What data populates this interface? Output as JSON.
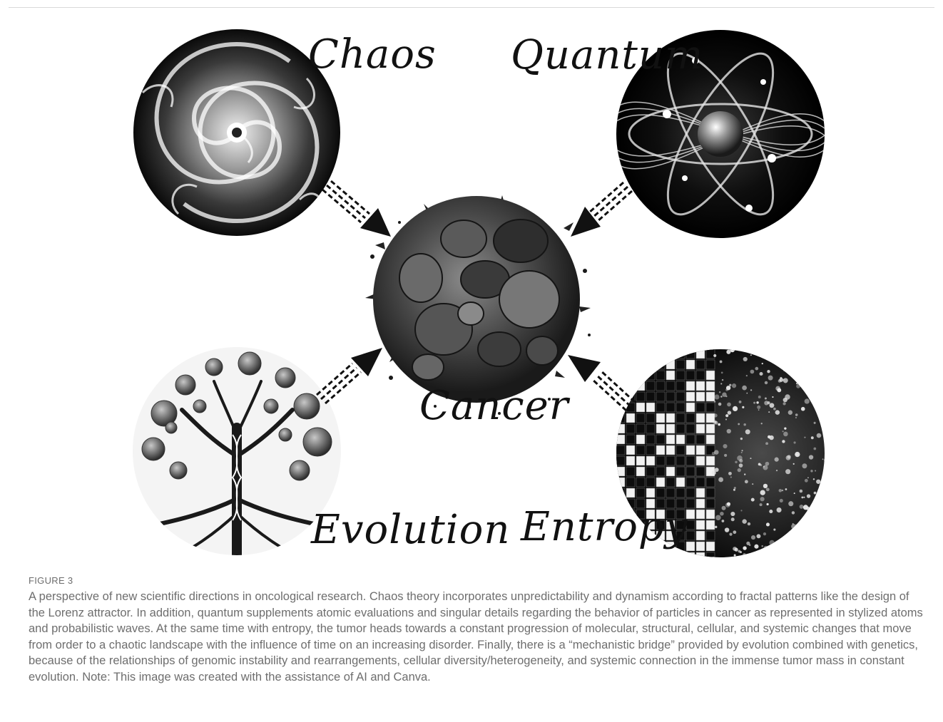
{
  "figure": {
    "labels": {
      "chaos": "Chaos",
      "quantum": "Quantum",
      "cancer": "Cancer",
      "evolution": "Evolution",
      "entropy": "Entropy"
    }
  },
  "caption": {
    "label": "FIGURE 3",
    "text": "A perspective of new scientific directions in oncological research. Chaos theory incorporates unpredictability and dynamism according to fractal patterns like the design of the Lorenz attractor. In addition, quantum supplements atomic evaluations and singular details regarding the behavior of particles in cancer as represented in stylized atoms and probabilistic waves. At the same time with entropy, the tumor heads towards a constant progression of molecular, structural, cellular, and systemic changes that move from order to a chaotic landscape with the influence of time on an increasing disorder. Finally, there is a “mechanistic bridge” provided by evolution combined with genetics, because of the relationships of genomic instability and rearrangements, cellular diversity/heterogeneity, and systemic connection in the immense tumor mass in constant evolution. Note: This image was created with the assistance of AI and Canva."
  }
}
